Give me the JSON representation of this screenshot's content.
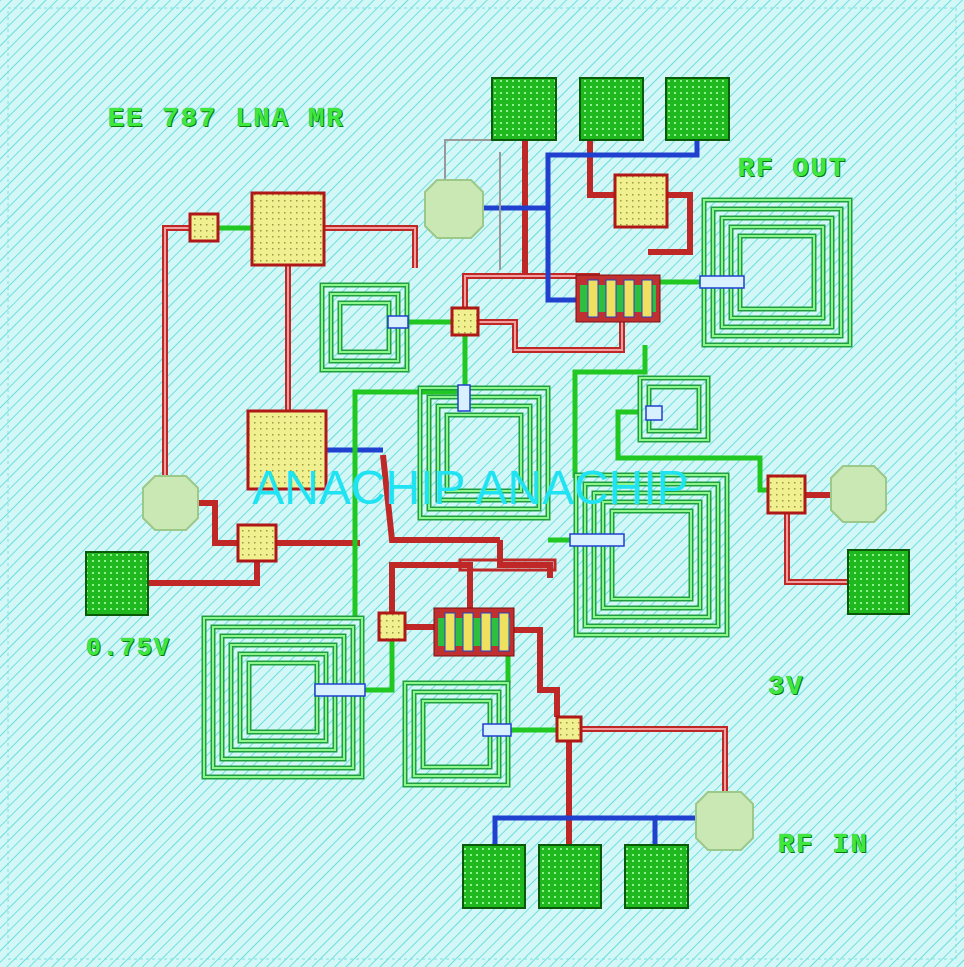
{
  "diagram": {
    "labels": [
      "EE 787 LNA MR",
      "RF OUT",
      "ANACHIP ANACHIP",
      "0.75V",
      "3V",
      "RF IN"
    ]
  }
}
